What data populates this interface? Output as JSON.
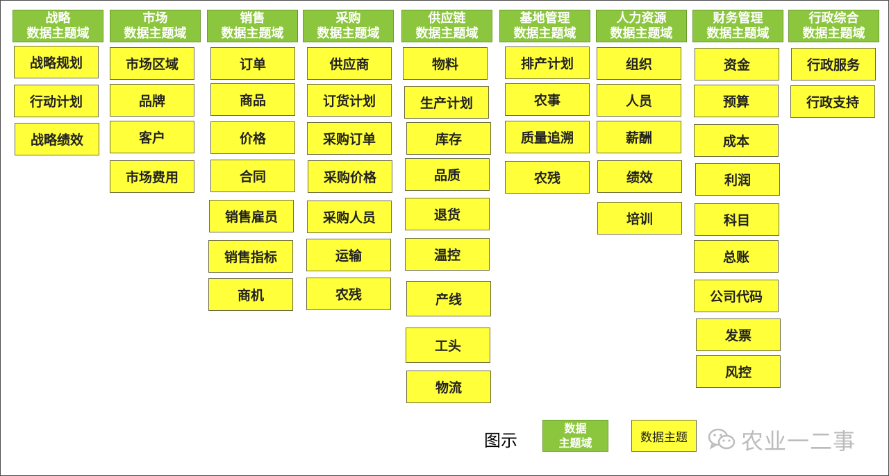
{
  "colors": {
    "domain_green": "#8cc63f",
    "topic_yellow": "#ffff3a",
    "frame": "#4a4a4a"
  },
  "domains": [
    {
      "line1": "战略",
      "line2": "数据主题域",
      "topics": [
        "战略规划",
        "行动计划",
        "战略绩效"
      ]
    },
    {
      "line1": "市场",
      "line2": "数据主题域",
      "topics": [
        "市场区域",
        "品牌",
        "客户",
        "市场费用"
      ]
    },
    {
      "line1": "销售",
      "line2": "数据主题域",
      "topics": [
        "订单",
        "商品",
        "价格",
        "合同",
        "销售雇员",
        "销售指标",
        "商机"
      ]
    },
    {
      "line1": "采购",
      "line2": "数据主题域",
      "topics": [
        "供应商",
        "订货计划",
        "采购订单",
        "采购价格",
        "采购人员",
        "运输",
        "农残"
      ]
    },
    {
      "line1": "供应链",
      "line2": "数据主题域",
      "topics": [
        "物料",
        "生产计划",
        "库存",
        "品质",
        "退货",
        "温控",
        "产线",
        "工头",
        "物流"
      ]
    },
    {
      "line1": "基地管理",
      "line2": "数据主题域",
      "topics": [
        "排产计划",
        "农事",
        "质量追溯",
        "农残"
      ]
    },
    {
      "line1": "人力资源",
      "line2": "数据主题域",
      "topics": [
        "组织",
        "人员",
        "薪酬",
        "绩效",
        "培训"
      ]
    },
    {
      "line1": "财务管理",
      "line2": "数据主题域",
      "topics": [
        "资金",
        "预算",
        "成本",
        "利润",
        "科目",
        "总账",
        "公司代码",
        "发票",
        "风控"
      ]
    },
    {
      "line1": "行政综合",
      "line2": "数据主题域",
      "topics": [
        "行政服务",
        "行政支持"
      ]
    }
  ],
  "legend": {
    "label": "图示",
    "domain_line1": "数据",
    "domain_line2": "主题域",
    "topic_label": "数据主题"
  },
  "watermark": {
    "icon": "wechat-icon",
    "text": "农业一二事"
  }
}
